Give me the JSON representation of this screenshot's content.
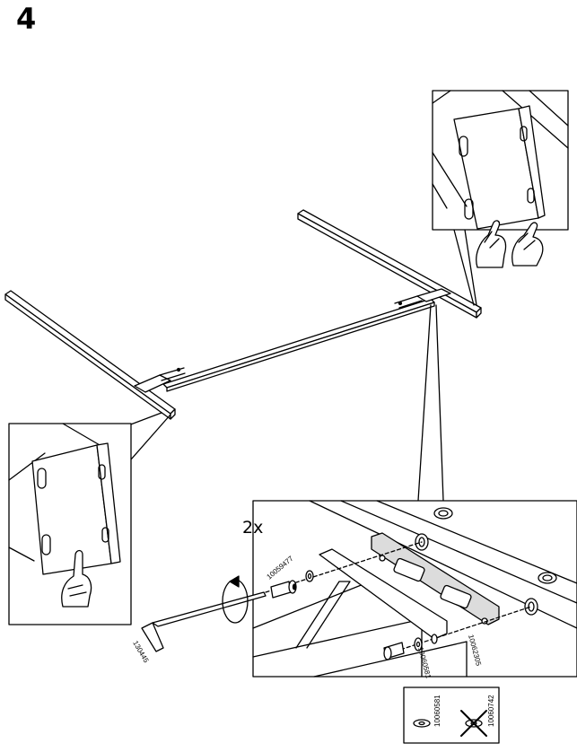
{
  "step": {
    "number": "4"
  },
  "detail": {
    "quantity": "2x",
    "parts": {
      "screw_top": "10059477",
      "washer_bottom": "10060581",
      "plate": "10062305",
      "allen_key": "130445"
    }
  },
  "legend": {
    "correct_washer": "10060581",
    "wrong_washer": "10060742"
  }
}
